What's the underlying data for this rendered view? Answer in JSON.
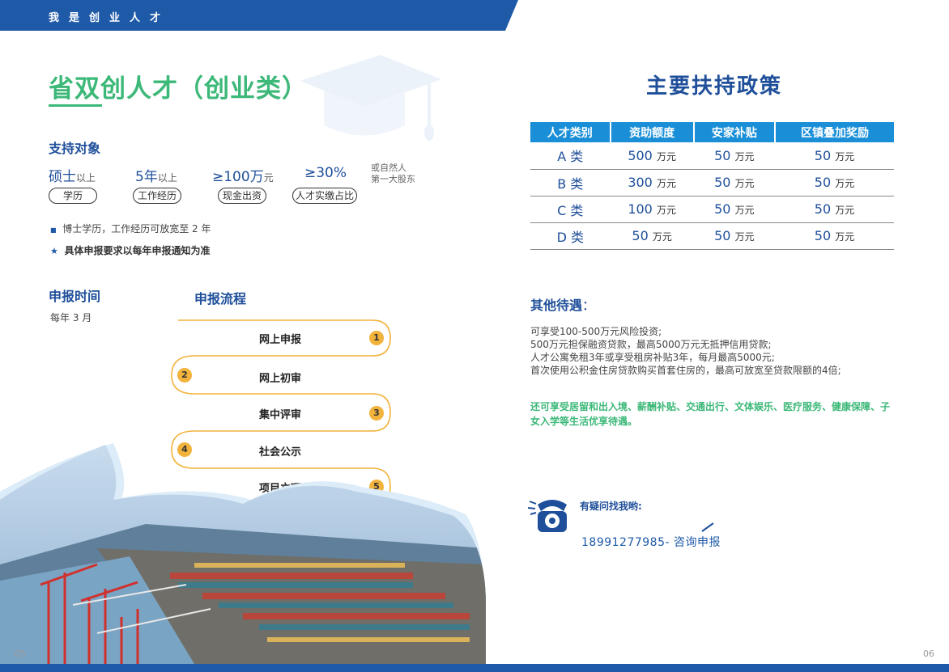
{
  "header": {
    "title": "我是创业人才"
  },
  "left": {
    "title": "省双创人才（创业类）",
    "support": {
      "heading": "支持对象",
      "items": [
        {
          "value": "硕士",
          "suffix": "以上",
          "tag": "学历"
        },
        {
          "value": "5年",
          "suffix": "以上",
          "tag": "工作经历"
        },
        {
          "value": "≥100万",
          "suffix": "元",
          "tag": "现金出资"
        },
        {
          "value": "≥30%",
          "suffix": "",
          "tag": "人才实缴占比"
        }
      ],
      "note_line1": "或自然人",
      "note_line2": "第一大股东",
      "bullet1": "博士学历，工作经历可放宽至 2 年",
      "bullet2": "具体申报要求以每年申报通知为准"
    },
    "time": {
      "heading": "申报时间",
      "value": "每年 3 月"
    },
    "process": {
      "heading": "申报流程",
      "steps": [
        {
          "num": "1",
          "label": "网上申报"
        },
        {
          "num": "2",
          "label": "网上初审"
        },
        {
          "num": "3",
          "label": "集中评审"
        },
        {
          "num": "4",
          "label": "社会公示"
        },
        {
          "num": "5",
          "label": "项目立项"
        }
      ]
    },
    "page_number": "05"
  },
  "right": {
    "title": "主要扶持政策",
    "table": {
      "headers": [
        "人才类别",
        "资助额度",
        "安家补贴",
        "区镇叠加奖励"
      ],
      "unit": "万元",
      "rows": [
        {
          "category": "A 类",
          "funding": "500",
          "housing": "50",
          "bonus": "50"
        },
        {
          "category": "B 类",
          "funding": "300",
          "housing": "50",
          "bonus": "50"
        },
        {
          "category": "C 类",
          "funding": "100",
          "housing": "50",
          "bonus": "50"
        },
        {
          "category": "D 类",
          "funding": "50",
          "housing": "50",
          "bonus": "50"
        }
      ]
    },
    "other": {
      "heading": "其他待遇",
      "colon": "：",
      "lines": [
        "可享受100-500万元风险投资;",
        "500万元担保融资贷款，最高5000万元无抵押信用贷款;",
        "人才公寓免租3年或享受租房补贴3年，每月最高5000元;",
        "首次使用公积金住房贷款购买首套住房的，最高可放宽至贷款限额的4倍;"
      ],
      "green": "还可享受居留和出入境、薪酬补贴、交通出行、文体娱乐、医疗服务、健康保障、子女入学等生活优享待遇。"
    },
    "contact": {
      "label": "有疑问找我哟:",
      "phone": "18991277985- 咨询申报"
    },
    "page_number": "06"
  },
  "colors": {
    "blue": "#1f5aa8",
    "green": "#3cb878",
    "orange": "#f2b33d",
    "table_head": "#1a8fd8"
  },
  "icons": [
    "graduation-cap-icon",
    "telephone-icon"
  ]
}
